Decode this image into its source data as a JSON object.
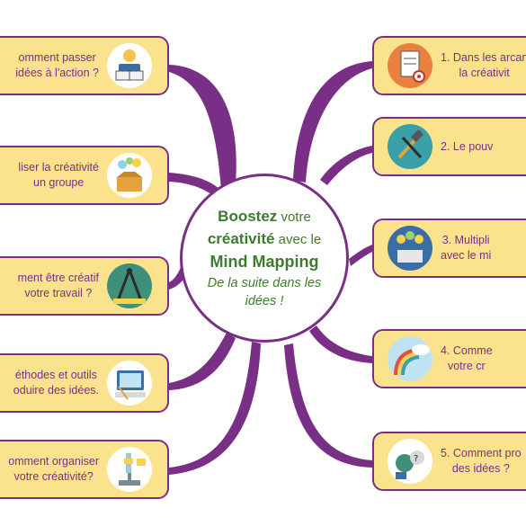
{
  "colors": {
    "branch": "#7a2f86",
    "node_fill": "#fbe38d",
    "node_text": "#7a2f86",
    "center_text": "#3f7a2e"
  },
  "center": {
    "word1": "Boostez",
    "word2": " votre",
    "word3": "créativité",
    "word4": " avec le",
    "word5": "Mind Mapping",
    "subtitle": "De la suite dans les\nidées !"
  },
  "left_nodes": [
    {
      "label": "omment passer\nidées à l'action ?",
      "icon": "person-reading-icon"
    },
    {
      "label": "liser la créativité\nun groupe",
      "icon": "lightbulb-box-icon"
    },
    {
      "label": "ment être créatif\nvotre travail ?",
      "icon": "compass-ruler-icon"
    },
    {
      "label": "éthodes et outils\noduire des idées.",
      "icon": "computer-tools-icon"
    },
    {
      "label": "omment organiser\nvotre créativité?",
      "icon": "microscope-icon"
    }
  ],
  "right_nodes": [
    {
      "label": "1. Dans les arcan\nla créativit",
      "icon": "clipboard-target-icon"
    },
    {
      "label": "2. Le pouv",
      "icon": "hammer-screwdriver-icon"
    },
    {
      "label": "3. Multipli\navec le mi",
      "icon": "ideas-tablet-icon"
    },
    {
      "label": "4. Comme\nvotre cr",
      "icon": "rainbow-cloud-icon"
    },
    {
      "label": "5. Comment pro\ndes idées ?",
      "icon": "question-heads-icon"
    }
  ]
}
